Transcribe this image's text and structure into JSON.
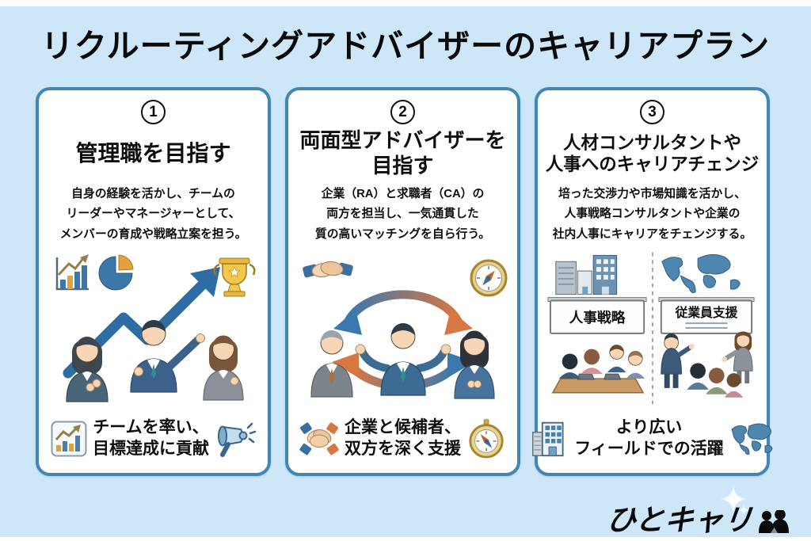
{
  "theme": {
    "bg": "#cde7f8",
    "card_border": "#4187b5",
    "ink": "#0e0e0e",
    "accent_blue": "#2e6da4",
    "accent_orange": "#d97742",
    "gold": "#f3c94d"
  },
  "header": {
    "title": "リクルーティングアドバイザーのキャリアプラン"
  },
  "cards": [
    {
      "number": "1",
      "title_lines": [
        "管理職を目指す"
      ],
      "desc_lines": [
        "自身の経験を活かし、チームの",
        "リーダーやマネージャーとして、",
        "メンバーの育成や戦略立案を担う。"
      ],
      "caption_lines": [
        "チームを率い、",
        "目標達成に貢献"
      ],
      "caption_left_icon": "bar-chart-box-icon",
      "caption_right_icon": "megaphone-icon",
      "illustration": "three-businesspeople-with-rising-arrow-chart-pie-trophy"
    },
    {
      "number": "2",
      "title_lines": [
        "両面型アドバイザーを",
        "目指す"
      ],
      "desc_lines": [
        "企業（RA）と求職者（CA）の",
        "両方を担当し、一気通貫した",
        "質の高いマッチングを自ら行う。"
      ],
      "caption_lines": [
        "企業と候補者、",
        "双方を深く支援"
      ],
      "caption_left_icon": "team-hands-icon",
      "caption_right_icon": "compass-icon",
      "illustration": "advisor-between-company-and-candidate-with-cycle-arrows"
    },
    {
      "number": "3",
      "title_lines": [
        "人材コンサルタントや",
        "人事へのキャリアチェンジ"
      ],
      "desc_lines": [
        "培った交渉力や市場知識を活かし、",
        "人事戦略コンサルタントや企業の",
        "社内人事にキャリアをチェンジする。"
      ],
      "caption_lines": [
        "より広い",
        "フィールドでの活躍"
      ],
      "caption_left_icon": "building-icon",
      "caption_right_icon": "world-map-icon",
      "board_labels": {
        "left": "人事戦略",
        "right": "従業員支援"
      },
      "illustration": "hr-strategy-meeting-and-employee-support-training"
    }
  ],
  "logo": {
    "text": "ひとキャリ",
    "icon": "two-people-icon"
  }
}
